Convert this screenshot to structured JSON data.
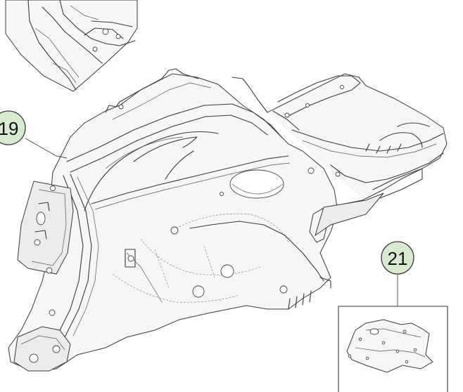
{
  "callouts": [
    {
      "id": "callout-19",
      "label": "19"
    },
    {
      "id": "callout-21",
      "label": "21"
    }
  ],
  "colors": {
    "callout_fill": "#d6ebcf",
    "line": "#3a3a3a",
    "background": "#ffffff"
  }
}
